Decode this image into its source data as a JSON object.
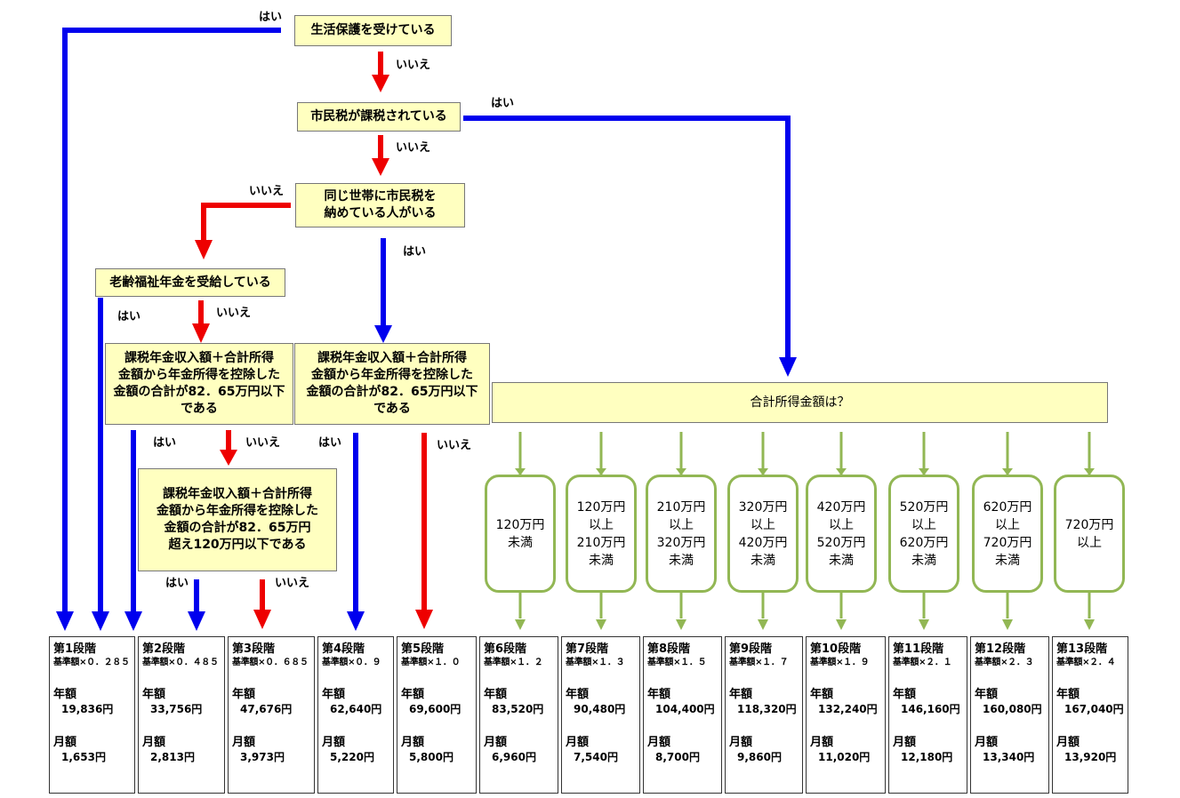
{
  "questions": {
    "q1": "生活保護を受けている",
    "q2": "市民税が課税されている",
    "q3": "同じ世帯に市民税を\n納めている人がいる",
    "q4": "老齢福祉年金を受給している",
    "q5": "課税年金収入額＋合計所得\n金額から年金所得を控除した\n金額の合計が82．65万円以下\nである",
    "q6": "課税年金収入額＋合計所得\n金額から年金所得を控除した\n金額の合計が82．65万円以下\nである",
    "q7": "課税年金収入額＋合計所得\n金額から年金所得を控除した\n金額の合計が82．65万円\n超え120万円以下である",
    "q8": "合計所得金額は？"
  },
  "answers": {
    "yes": "はい",
    "no": "いいえ"
  },
  "colors": {
    "yes": "#0000ee",
    "no": "#ee0000",
    "range": "#92b754",
    "question_fill": "#ffffc0"
  },
  "ranges": [
    "120万円\n未満",
    "120万円\n以上\n210万円\n未満",
    "210万円\n以上\n320万円\n未満",
    "320万円\n以上\n420万円\n未満",
    "420万円\n以上\n520万円\n未満",
    "520万円\n以上\n620万円\n未満",
    "620万円\n以上\n720万円\n未満",
    "720万円\n以上"
  ],
  "stages": [
    {
      "name": "第1段階",
      "multiplier": "基準額×０．２８５",
      "annual_label": "年額",
      "annual": "19,836円",
      "monthly_label": "月額",
      "monthly": "1,653円"
    },
    {
      "name": "第2段階",
      "multiplier": "基準額×０．４８５",
      "annual_label": "年額",
      "annual": "33,756円",
      "monthly_label": "月額",
      "monthly": "2,813円"
    },
    {
      "name": "第3段階",
      "multiplier": "基準額×０．６８５",
      "annual_label": "年額",
      "annual": "47,676円",
      "monthly_label": "月額",
      "monthly": "3,973円"
    },
    {
      "name": "第4段階",
      "multiplier": "基準額×０．９",
      "annual_label": "年額",
      "annual": "62,640円",
      "monthly_label": "月額",
      "monthly": "5,220円"
    },
    {
      "name": "第5段階",
      "multiplier": "基準額×１．０",
      "annual_label": "年額",
      "annual": "69,600円",
      "monthly_label": "月額",
      "monthly": "5,800円"
    },
    {
      "name": "第6段階",
      "multiplier": "基準額×１．２",
      "annual_label": "年額",
      "annual": "83,520円",
      "monthly_label": "月額",
      "monthly": "6,960円"
    },
    {
      "name": "第7段階",
      "multiplier": "基準額×１．３",
      "annual_label": "年額",
      "annual": "90,480円",
      "monthly_label": "月額",
      "monthly": "7,540円"
    },
    {
      "name": "第8段階",
      "multiplier": "基準額×１．５",
      "annual_label": "年額",
      "annual": "104,400円",
      "monthly_label": "月額",
      "monthly": "8,700円"
    },
    {
      "name": "第9段階",
      "multiplier": "基準額×１．７",
      "annual_label": "年額",
      "annual": "118,320円",
      "monthly_label": "月額",
      "monthly": "9,860円"
    },
    {
      "name": "第10段階",
      "multiplier": "基準額×１．９",
      "annual_label": "年額",
      "annual": "132,240円",
      "monthly_label": "月額",
      "monthly": "11,020円"
    },
    {
      "name": "第11段階",
      "multiplier": "基準額×２．１",
      "annual_label": "年額",
      "annual": "146,160円",
      "monthly_label": "月額",
      "monthly": "12,180円"
    },
    {
      "name": "第12段階",
      "multiplier": "基準額×２．３",
      "annual_label": "年額",
      "annual": "160,080円",
      "monthly_label": "月額",
      "monthly": "13,340円"
    },
    {
      "name": "第13段階",
      "multiplier": "基準額×２．４",
      "annual_label": "年額",
      "annual": "167,040円",
      "monthly_label": "月額",
      "monthly": "13,920円"
    }
  ]
}
